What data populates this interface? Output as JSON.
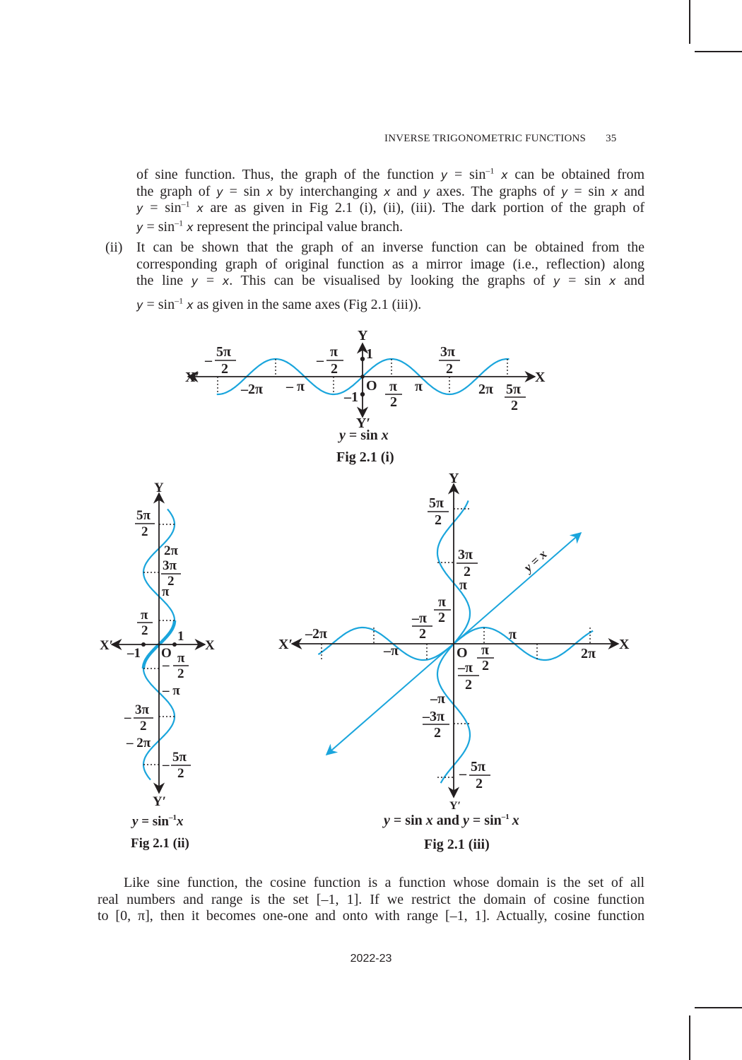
{
  "header": {
    "title": "INVERSE TRIGONOMETRIC FUNCTIONS",
    "page_number": "35"
  },
  "paragraph1": {
    "line1": {
      "a": "of sine function. Thus, the graph of the function ",
      "y": "y",
      "b": " = sin",
      "sup": "–1",
      "x": "x",
      "c": " can be obtained from"
    },
    "line2": {
      "a": "the graph of ",
      "y1": "y",
      "b": " = sin ",
      "x1": "x",
      "c": " by interchanging ",
      "x2": "x",
      "d": " and ",
      "y2": "y",
      "e": " axes. The graphs of ",
      "y3": "y",
      "f": " = sin ",
      "x3": "x",
      "g": " and"
    },
    "line3": {
      "y": "y",
      "a": " = sin",
      "sup": "–1",
      "x": "x",
      "b": " are as given in Fig 2.1 (i), (ii), (iii). The dark portion of the graph of"
    },
    "line4": {
      "y": "y",
      "a": " = sin",
      "sup": "–1",
      "x": "x",
      "b": " represent the principal value branch."
    }
  },
  "item2": {
    "marker": "(ii)",
    "line1": "It can be shown that the graph of an inverse function can be obtained from the",
    "line2": "corresponding graph of original function as a mirror image (i.e., reflection) along",
    "line3": {
      "a": "the line ",
      "y": "y",
      "b": " = ",
      "x": "x",
      "c": ". This can be visualised by looking the graphs of ",
      "y2": "y",
      "d": " = sin ",
      "x2": "x",
      "e": " and"
    },
    "line4": {
      "y": "y",
      "a": " = sin",
      "sup": "–1",
      "x": "x",
      "b": " as given in the same axes (Fig 2.1 (iii))."
    }
  },
  "figure1": {
    "eq_y": "y",
    "eq_mid": " = sin ",
    "eq_x": "x",
    "caption": "Fig 2.1 (i)",
    "axis": {
      "x_pos": "X",
      "x_neg": "X′",
      "y_pos": "Y",
      "y_neg": "Y′",
      "origin": "O",
      "one": "1",
      "minus_one": "–1"
    },
    "labels": {
      "neg_5pi_sign": "–",
      "neg_pi_2_sign": "–",
      "pi": "π",
      "two": "2",
      "five_pi": "5π",
      "three_pi": "3π",
      "neg_2pi": "–2π",
      "neg_pi": "– π",
      "pi_plain": "π",
      "two_pi": "2π"
    }
  },
  "figure2": {
    "eq_y": "y",
    "eq_mid": " = sin",
    "eq_sup": "–1",
    "eq_x": "x",
    "caption": "Fig 2.1 (ii)",
    "axis": {
      "x_pos": "X",
      "x_neg": "X′",
      "y_pos": "Y",
      "y_neg": "Y′",
      "origin": "O",
      "one": "1",
      "minus_one": "–1"
    },
    "labels": {
      "five_pi": "5π",
      "two": "2",
      "two_pi": "2π",
      "three_pi": "3π",
      "pi": "π",
      "pi_top": "π",
      "minus": "–",
      "neg_pi": "– π",
      "neg_2pi": "– 2π"
    }
  },
  "figure3": {
    "eq_y": "y",
    "eq_mid": " = sin ",
    "eq_x": "x",
    "eq_and": " and ",
    "eq_y2": "y",
    "eq_mid2": " = sin",
    "eq_sup": "–1",
    "eq_x2": "x",
    "caption": "Fig 2.1 (iii)",
    "axis": {
      "x_pos": "X",
      "x_neg": "X′",
      "y_pos": "Y",
      "y_neg": "Y′",
      "origin": "O"
    },
    "line_label": "y = x",
    "labels": {
      "five_pi": "5π",
      "two": "2",
      "three_pi": "3π",
      "pi": "π",
      "neg_pi_num": "–π",
      "neg_3pi": "–3π",
      "neg_2pi": "–2π",
      "neg_pi": "–π",
      "two_pi": "2π",
      "minus": "–"
    }
  },
  "paragraph2": {
    "line1": "Like sine function, the cosine function is a function whose domain is the set of all",
    "line2": "real numbers and range is the set [–1, 1]. If we restrict the domain of cosine function",
    "line3": "to [0, π], then it becomes one-one and onto with range [–1, 1]. Actually,  cosine function"
  },
  "footer": {
    "year": "2022-23"
  },
  "colors": {
    "curve": "#1aa5dc",
    "ink": "#231f20"
  }
}
